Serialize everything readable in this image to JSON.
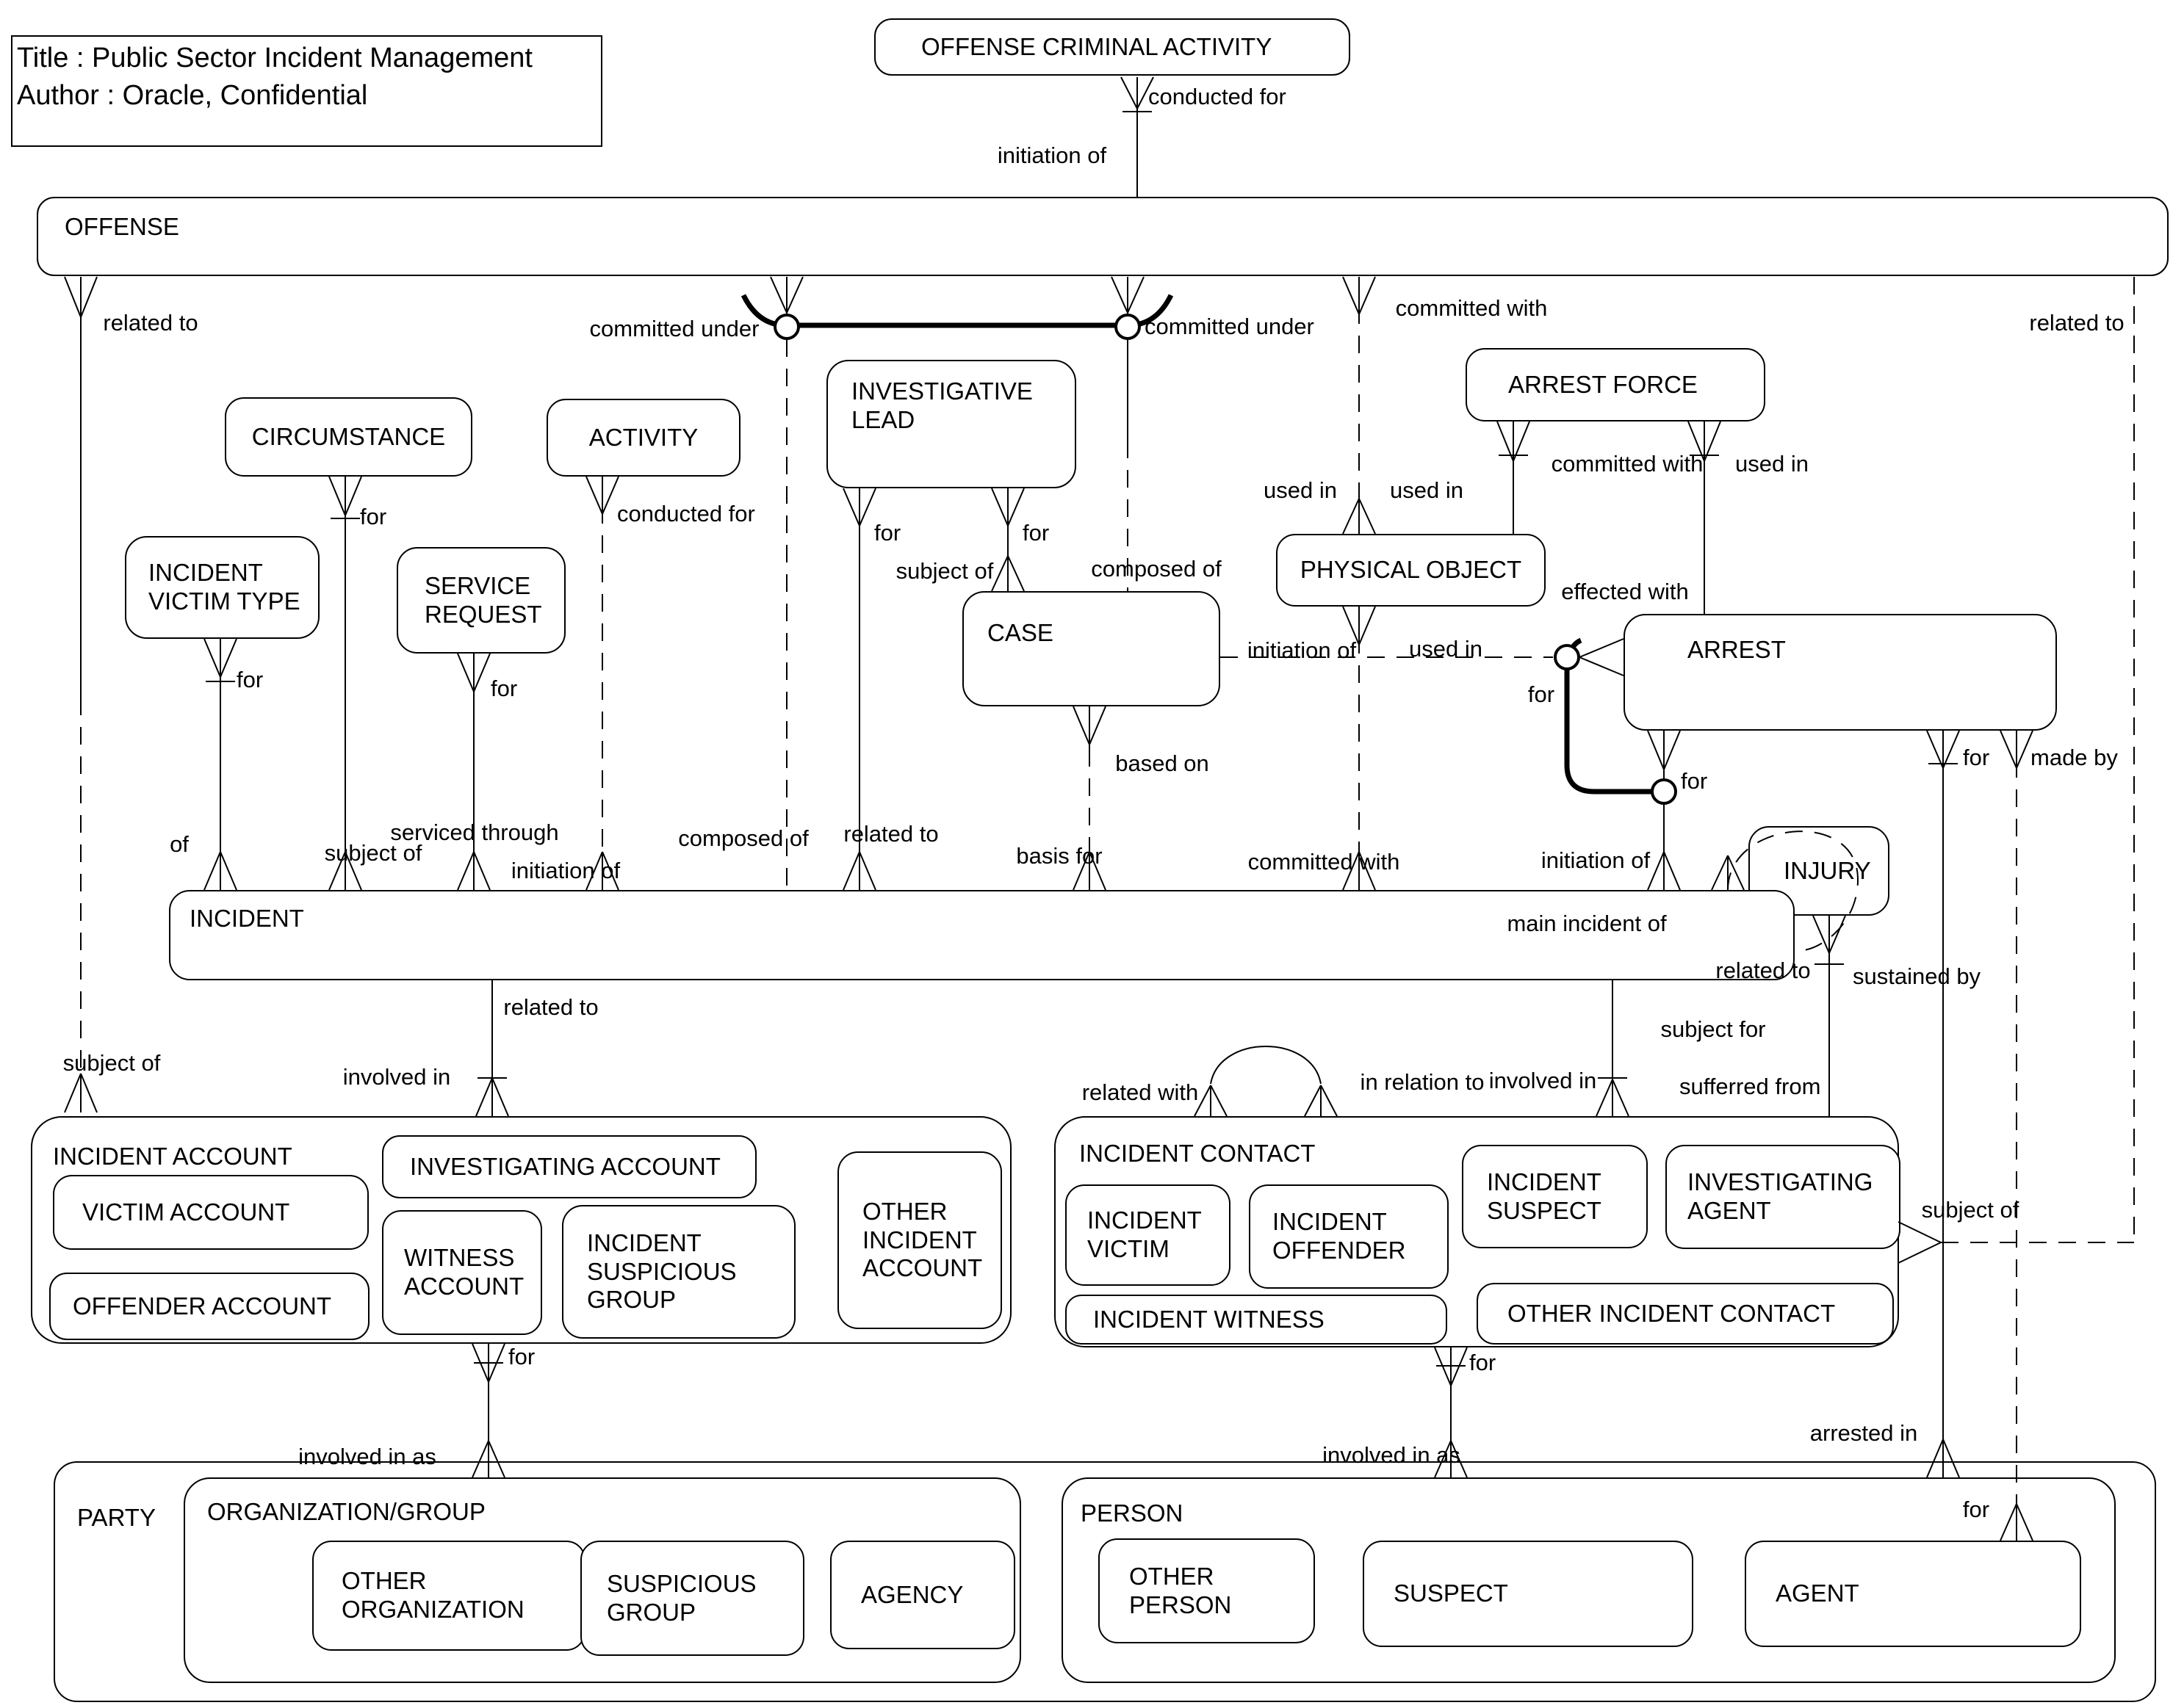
{
  "diagram_title": {
    "title_line": "Title : Public Sector Incident Management",
    "author_line": "Author : Oracle, Confidential"
  },
  "entities": {
    "offense_criminal_activity": "OFFENSE CRIMINAL ACTIVITY",
    "offense": "OFFENSE",
    "circumstance": "CIRCUMSTANCE",
    "activity": "ACTIVITY",
    "investigative_lead": "INVESTIGATIVE LEAD",
    "incident_victim_type": "INCIDENT VICTIM TYPE",
    "service_request": "SERVICE REQUEST",
    "case": "CASE",
    "physical_object": "PHYSICAL OBJECT",
    "arrest_force": "ARREST FORCE",
    "arrest": "ARREST",
    "injury": "INJURY",
    "incident": "INCIDENT",
    "incident_account": "INCIDENT ACCOUNT",
    "victim_account": "VICTIM ACCOUNT",
    "offender_account": "OFFENDER ACCOUNT",
    "investigating_account": "INVESTIGATING ACCOUNT",
    "witness_account": "WITNESS ACCOUNT",
    "incident_suspicious_group": "INCIDENT SUSPICIOUS GROUP",
    "other_incident_account": "OTHER INCIDENT ACCOUNT",
    "incident_contact": "INCIDENT CONTACT",
    "incident_victim": "INCIDENT VICTIM",
    "incident_offender": "INCIDENT OFFENDER",
    "incident_suspect": "INCIDENT SUSPECT",
    "investigating_agent": "INVESTIGATING AGENT",
    "incident_witness": "INCIDENT WITNESS",
    "other_incident_contact": "OTHER INCIDENT CONTACT",
    "party": "PARTY",
    "organization_group": "ORGANIZATION/GROUP",
    "other_organization": "OTHER ORGANIZATION",
    "suspicious_group": "SUSPICIOUS GROUP",
    "agency": "AGENCY",
    "person": "PERSON",
    "other_person": "OTHER PERSON",
    "suspect": "SUSPECT",
    "agent": "AGENT"
  },
  "relationship_labels": {
    "conducted_for": "conducted for",
    "initiation_of_oca": "initiation of",
    "related_to_offense_l": "related to",
    "committed_under_l": "committed under",
    "committed_under_r": "committed under",
    "committed_with_offense": "committed with",
    "related_to_offense_r": "related to",
    "used_in_po_l": "used in",
    "used_in_po_r": "used in",
    "used_in_po_b": "used in",
    "committed_with_af": "committed with",
    "used_in_af": "used in",
    "effected_with": "effected with",
    "for_circumstance": "for",
    "subject_of_circumstance": "subject of",
    "for_ivt": "for",
    "of_ivt": "of",
    "for_service_request": "for",
    "serviced_through": "serviced through",
    "conducted_for_activity": "conducted for",
    "initiation_of_activity": "initiation of",
    "composed_of_incident": "composed of",
    "for_il_1": "for",
    "for_il_2": "for",
    "related_to_il": "related to",
    "subject_of_case": "subject of",
    "composed_of_case": "composed of",
    "based_on": "based on",
    "basis_for": "basis for",
    "initiation_of_case": "initiation of",
    "for_arrest_arc_top": "for",
    "for_arrest_arc_bottom": "for",
    "committed_with_incident": "committed with",
    "initiation_of_arrest": "initiation of",
    "main_incident_of": "main incident of",
    "for_arrest_person": "for",
    "made_by": "made by",
    "related_to_injury": "related to",
    "sustained_by": "sustained by",
    "subject_for": "subject for",
    "sufferred_from": "sufferred from",
    "involved_in_contact": "involved in",
    "related_with": "related with",
    "in_relation_to": "in relation to",
    "subject_of_agent": "subject of",
    "related_to_account": "related to",
    "involved_in_account": "involved in",
    "subject_of_account": "subject of",
    "for_account": "for",
    "involved_in_as_l": "involved in as",
    "for_contact": "for",
    "involved_in_as_r": "involved in as",
    "arrested_in": "arrested in",
    "for_agent": "for"
  },
  "colors": {
    "line": "#000000",
    "background": "#ffffff"
  }
}
